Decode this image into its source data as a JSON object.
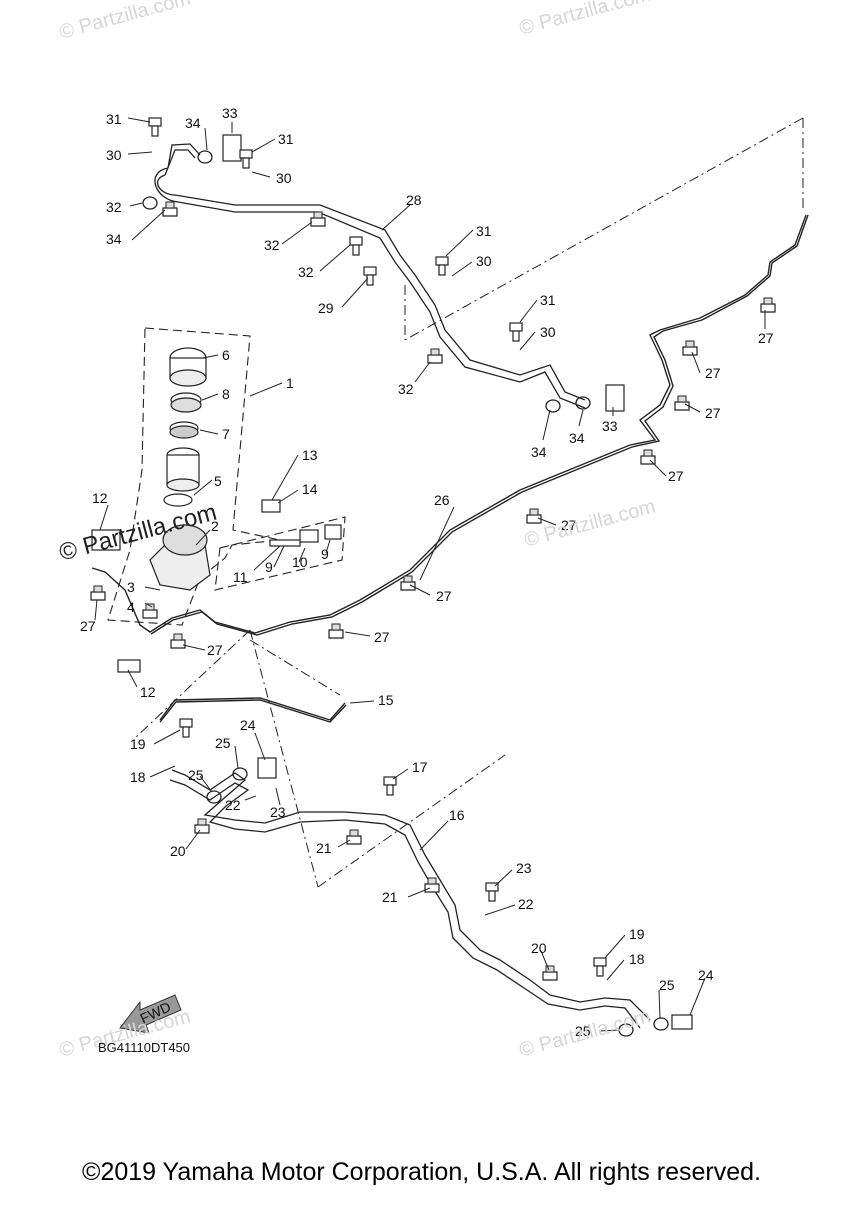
{
  "watermarks": {
    "text": "© Partzilla.com",
    "dark_text": "© Partzilla.com"
  },
  "diagram": {
    "code": "BG41110DT450",
    "fwd_label": "FWD",
    "callouts": [
      "31",
      "30",
      "34",
      "32",
      "33",
      "31",
      "30",
      "34",
      "28",
      "32",
      "32",
      "29",
      "31",
      "30",
      "31",
      "30",
      "32",
      "34",
      "34",
      "33",
      "1",
      "6",
      "8",
      "7",
      "5",
      "12",
      "2",
      "13",
      "14",
      "3",
      "4",
      "11",
      "9",
      "10",
      "9",
      "27",
      "27",
      "27",
      "27",
      "27",
      "26",
      "27",
      "27",
      "27",
      "27",
      "12",
      "15",
      "19",
      "18",
      "24",
      "25",
      "25",
      "22",
      "23",
      "20",
      "17",
      "16",
      "21",
      "21",
      "23",
      "22",
      "20",
      "19",
      "18",
      "25",
      "25",
      "24"
    ]
  },
  "copyright": "©2019 Yamaha Motor Corporation, U.S.A. All rights reserved."
}
